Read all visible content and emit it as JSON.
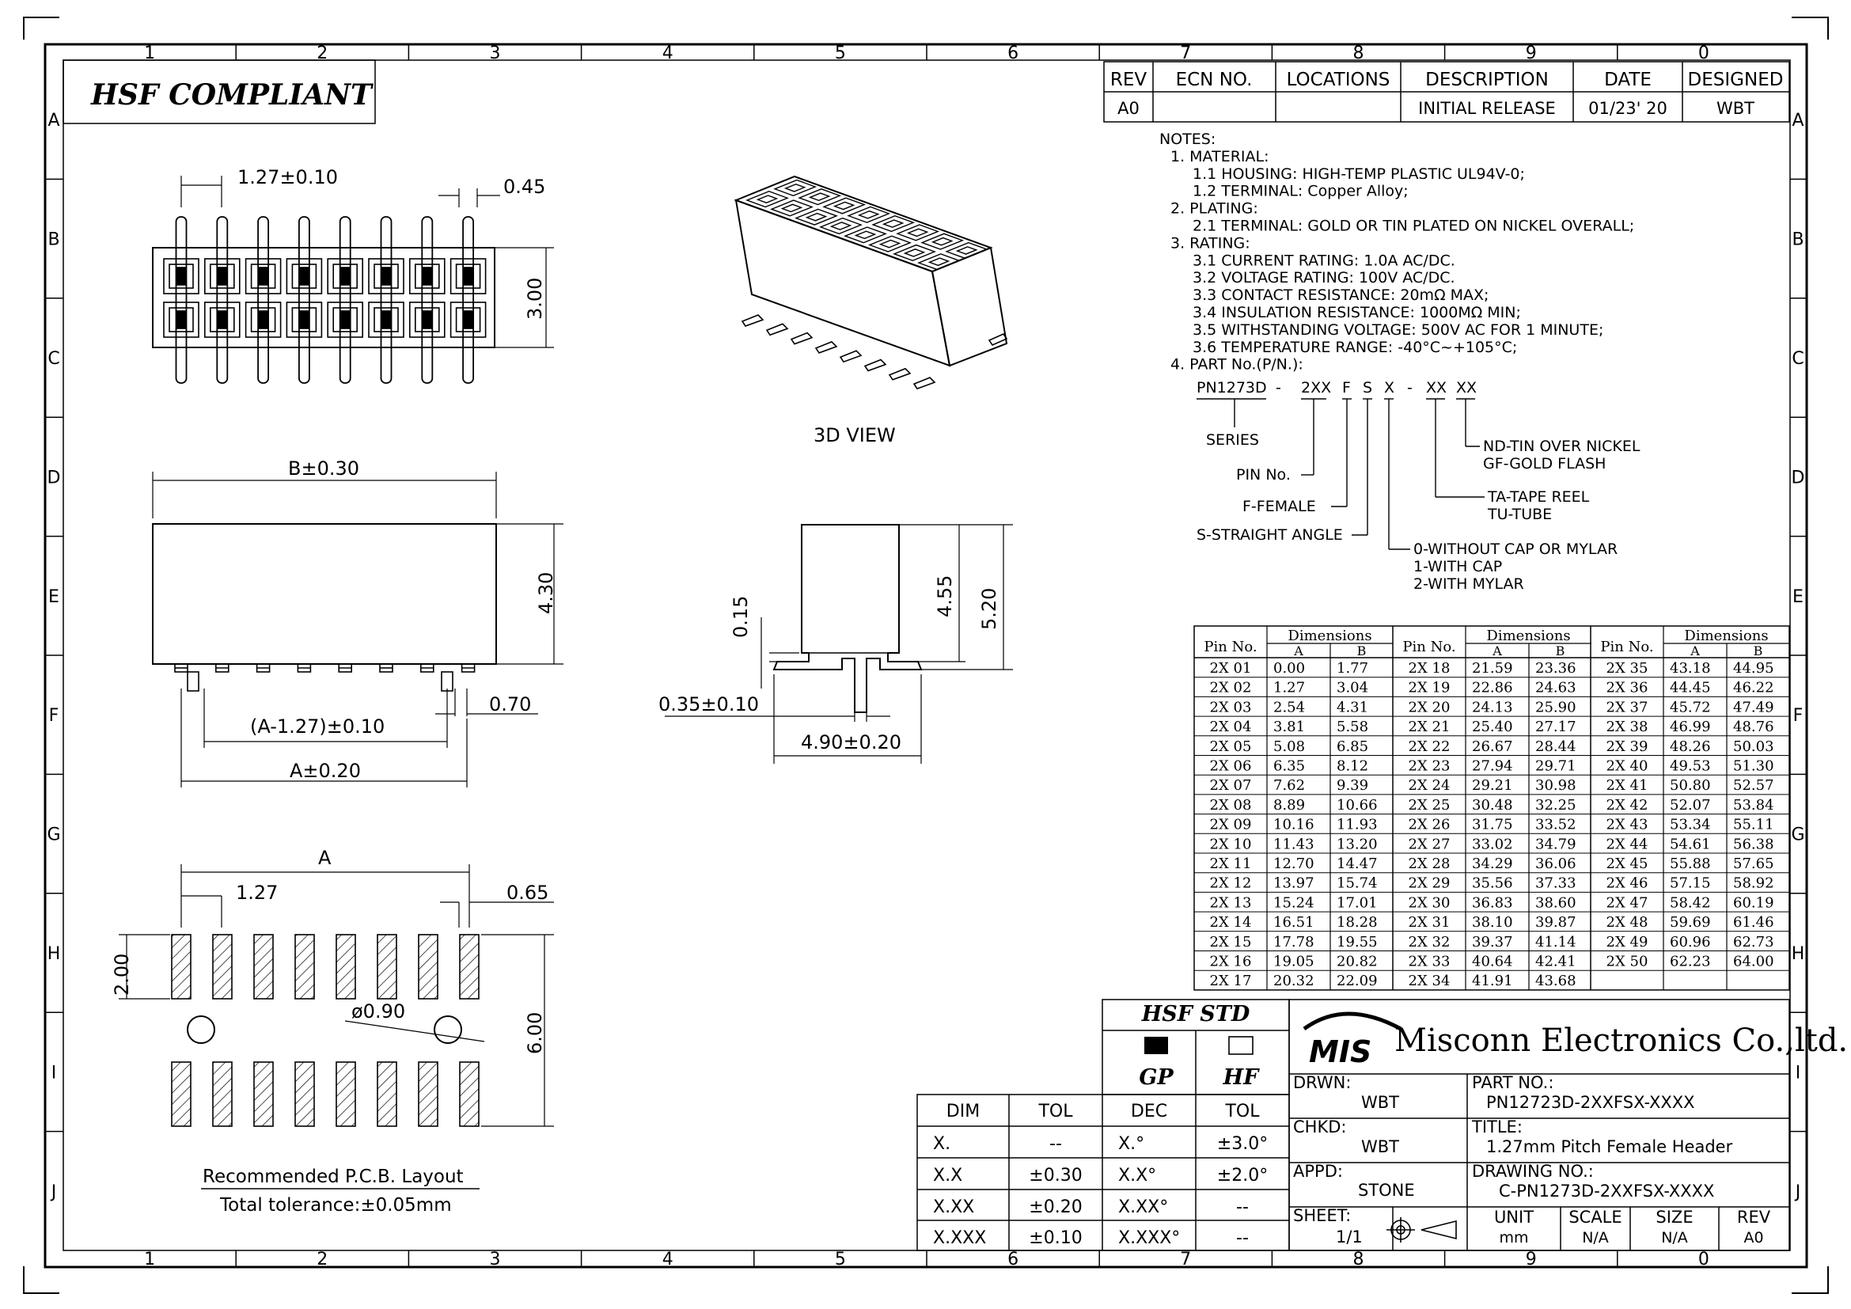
{
  "frame": {
    "cols": [
      "1",
      "2",
      "3",
      "4",
      "5",
      "6",
      "7",
      "8",
      "9",
      "0"
    ],
    "rows": [
      "A",
      "B",
      "C",
      "D",
      "E",
      "F",
      "G",
      "H",
      "I",
      "J"
    ]
  },
  "compliance_banner": "HSF  COMPLIANT",
  "revision_table": {
    "headers": [
      "REV",
      "ECN NO.",
      "LOCATIONS",
      "DESCRIPTION",
      "DATE",
      "DESIGNED"
    ],
    "row": [
      "A0",
      "",
      "",
      "INITIAL RELEASE",
      "01/23' 20",
      "WBT"
    ]
  },
  "notes": [
    "NOTES:",
    "1.  MATERIAL:",
    "1.1  HOUSING:  HIGH-TEMP  PLASTIC  UL94V-0;",
    "1.2  TERMINAL:  Copper Alloy;",
    "2.  PLATING:",
    "2.1  TERMINAL:  GOLD  OR  TIN  PLATED  ON  NICKEL  OVERALL;",
    "3.  RATING:",
    "3.1  CURRENT  RATING:  1.0A  AC/DC.",
    "3.2  VOLTAGE  RATING:  100V  AC/DC.",
    "3.3  CONTACT  RESISTANCE:  20mΩ  MAX;",
    "3.4  INSULATION  RESISTANCE:  1000MΩ  MIN;",
    "3.5  WITHSTANDING  VOLTAGE:  500V  AC  FOR  1  MINUTE;",
    "3.6  TEMPERATURE  RANGE:  -40°C~+105°C;",
    "4.  PART  No.(P/N.):"
  ],
  "part_code": {
    "segments": [
      "PN1273D",
      "-",
      "2XX",
      "F",
      "S",
      "X",
      "-",
      "XX",
      "XX"
    ],
    "legend": {
      "series": "SERIES",
      "pin": "PIN No.",
      "female": "F-FEMALE",
      "straight": "S-STRAIGHT ANGLE",
      "cap": [
        "0-WITHOUT CAP OR MYLAR",
        "1-WITH CAP",
        "2-WITH MYLAR"
      ],
      "pack": [
        "TA-TAPE REEL",
        "TU-TUBE"
      ],
      "plating": [
        "ND-TIN OVER NICKEL",
        "GF-GOLD FLASH"
      ]
    }
  },
  "dimensions": {
    "top_pitch": "1.27±0.10",
    "top_pin_width": "0.45",
    "top_height": "3.00",
    "front_width": "B±0.30",
    "front_height": "4.30",
    "front_pitch": "(A-1.27)±0.10",
    "front_tail": "0.70",
    "front_overall": "A±0.20",
    "side_standoff": "0.15",
    "side_h1": "4.55",
    "side_h2": "5.20",
    "side_pin": "0.35±0.10",
    "side_width": "4.90±0.20",
    "pcb_a": "A",
    "pcb_pitch": "1.27",
    "pcb_pad_w": "0.65",
    "pcb_pad_h": "2.00",
    "pcb_hole": "ø0.90",
    "pcb_row": "6.00"
  },
  "view_label": "3D  VIEW",
  "pcb_caption": "Recommended  P.C.B.  Layout",
  "pcb_tolerance": "Total  tolerance:±0.05mm",
  "pin_table": {
    "header_pin": "Pin No.",
    "header_dim": "Dimensions",
    "header_a": "A",
    "header_b": "B",
    "col1": [
      [
        "2X 01",
        "0.00",
        "1.77"
      ],
      [
        "2X 02",
        "1.27",
        "3.04"
      ],
      [
        "2X 03",
        "2.54",
        "4.31"
      ],
      [
        "2X 04",
        "3.81",
        "5.58"
      ],
      [
        "2X 05",
        "5.08",
        "6.85"
      ],
      [
        "2X 06",
        "6.35",
        "8.12"
      ],
      [
        "2X 07",
        "7.62",
        "9.39"
      ],
      [
        "2X 08",
        "8.89",
        "10.66"
      ],
      [
        "2X 09",
        "10.16",
        "11.93"
      ],
      [
        "2X 10",
        "11.43",
        "13.20"
      ],
      [
        "2X 11",
        "12.70",
        "14.47"
      ],
      [
        "2X 12",
        "13.97",
        "15.74"
      ],
      [
        "2X 13",
        "15.24",
        "17.01"
      ],
      [
        "2X 14",
        "16.51",
        "18.28"
      ],
      [
        "2X 15",
        "17.78",
        "19.55"
      ],
      [
        "2X 16",
        "19.05",
        "20.82"
      ],
      [
        "2X 17",
        "20.32",
        "22.09"
      ]
    ],
    "col2": [
      [
        "2X 18",
        "21.59",
        "23.36"
      ],
      [
        "2X 19",
        "22.86",
        "24.63"
      ],
      [
        "2X 20",
        "24.13",
        "25.90"
      ],
      [
        "2X 21",
        "25.40",
        "27.17"
      ],
      [
        "2X 22",
        "26.67",
        "28.44"
      ],
      [
        "2X 23",
        "27.94",
        "29.71"
      ],
      [
        "2X 24",
        "29.21",
        "30.98"
      ],
      [
        "2X 25",
        "30.48",
        "32.25"
      ],
      [
        "2X 26",
        "31.75",
        "33.52"
      ],
      [
        "2X 27",
        "33.02",
        "34.79"
      ],
      [
        "2X 28",
        "34.29",
        "36.06"
      ],
      [
        "2X 29",
        "35.56",
        "37.33"
      ],
      [
        "2X 30",
        "36.83",
        "38.60"
      ],
      [
        "2X 31",
        "38.10",
        "39.87"
      ],
      [
        "2X 32",
        "39.37",
        "41.14"
      ],
      [
        "2X 33",
        "40.64",
        "42.41"
      ],
      [
        "2X 34",
        "41.91",
        "43.68"
      ]
    ],
    "col3": [
      [
        "2X 35",
        "43.18",
        "44.95"
      ],
      [
        "2X 36",
        "44.45",
        "46.22"
      ],
      [
        "2X 37",
        "45.72",
        "47.49"
      ],
      [
        "2X 38",
        "46.99",
        "48.76"
      ],
      [
        "2X 39",
        "48.26",
        "50.03"
      ],
      [
        "2X 40",
        "49.53",
        "51.30"
      ],
      [
        "2X 41",
        "50.80",
        "52.57"
      ],
      [
        "2X 42",
        "52.07",
        "53.84"
      ],
      [
        "2X 43",
        "53.34",
        "55.11"
      ],
      [
        "2X 44",
        "54.61",
        "56.38"
      ],
      [
        "2X 45",
        "55.88",
        "57.65"
      ],
      [
        "2X 46",
        "57.15",
        "58.92"
      ],
      [
        "2X 47",
        "58.42",
        "60.19"
      ],
      [
        "2X 48",
        "59.69",
        "61.46"
      ],
      [
        "2X 49",
        "60.96",
        "62.73"
      ],
      [
        "2X 50",
        "62.23",
        "64.00"
      ],
      [
        "",
        "",
        ""
      ]
    ]
  },
  "tolerance_table": {
    "headers": [
      "DIM",
      "TOL",
      "DEC",
      "TOL"
    ],
    "rows": [
      [
        "X.",
        "--",
        "X.°",
        "±3.0°"
      ],
      [
        "X.X",
        "±0.30",
        "X.X°",
        "±2.0°"
      ],
      [
        "X.XX",
        "±0.20",
        "X.XX°",
        "--"
      ],
      [
        "X.XXX",
        "±0.10",
        "X.XXX°",
        "--"
      ]
    ]
  },
  "hsf_std": {
    "title": "HSF  STD",
    "gp": "GP",
    "hf": "HF"
  },
  "title_block": {
    "logo_text": "MIS",
    "company": "Misconn Electronics Co.,ltd.",
    "drwn_label": "DRWN:",
    "drwn": "WBT",
    "chkd_label": "CHKD:",
    "chkd": "WBT",
    "appd_label": "APPD:",
    "appd": "STONE",
    "sheet_label": "SHEET:",
    "sheet": "1/1",
    "partno_label": "PART  NO.:",
    "partno": "PN12723D-2XXFSX-XXXX",
    "title_label": "TITLE:",
    "title": "1.27mm  Pitch  Female  Header",
    "drawno_label": "DRAWING  NO.:",
    "drawno": "C-PN1273D-2XXFSX-XXXX",
    "unit_label": "UNIT",
    "unit": "mm",
    "scale_label": "SCALE",
    "scale": "N/A",
    "size_label": "SIZE",
    "size": "N/A",
    "rev_label": "REV",
    "rev": "A0"
  }
}
